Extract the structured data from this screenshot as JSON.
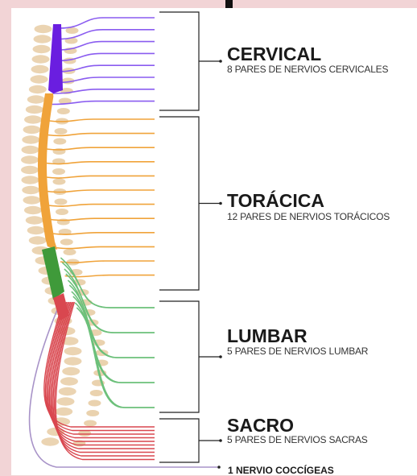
{
  "colors": {
    "background": "#f2d4d6",
    "panel": "#ffffff",
    "cervical": "#8a5cf0",
    "cervical_cord": "#6a1ee0",
    "thoracic": "#f0a33a",
    "lumbar": "#6cc07a",
    "lumbar_cord": "#3f9a3a",
    "sacral": "#d9474f",
    "coccygeal": "#a893c8",
    "vertebra": "#e8cda5",
    "bracket": "#222222"
  },
  "sections": [
    {
      "id": "cervical",
      "title": "CERVICAL",
      "subtitle": "8 PARES DE NERVIOS CERVICALES",
      "nerve_count": 8
    },
    {
      "id": "thoracic",
      "title": "TORÁCICA",
      "subtitle": "12 PARES DE NERVIOS TORÁCICOS",
      "nerve_count": 12
    },
    {
      "id": "lumbar",
      "title": "LUMBAR",
      "subtitle": "5 PARES DE NERVIOS LUMBAR",
      "nerve_count": 5
    },
    {
      "id": "sacral",
      "title": "SACRO",
      "subtitle": "5 PARES DE NERVIOS SACRAS",
      "nerve_count": 5
    }
  ],
  "coccygeal": {
    "label": "1 NERVIO COCCÍGEAS",
    "nerve_count": 1
  }
}
